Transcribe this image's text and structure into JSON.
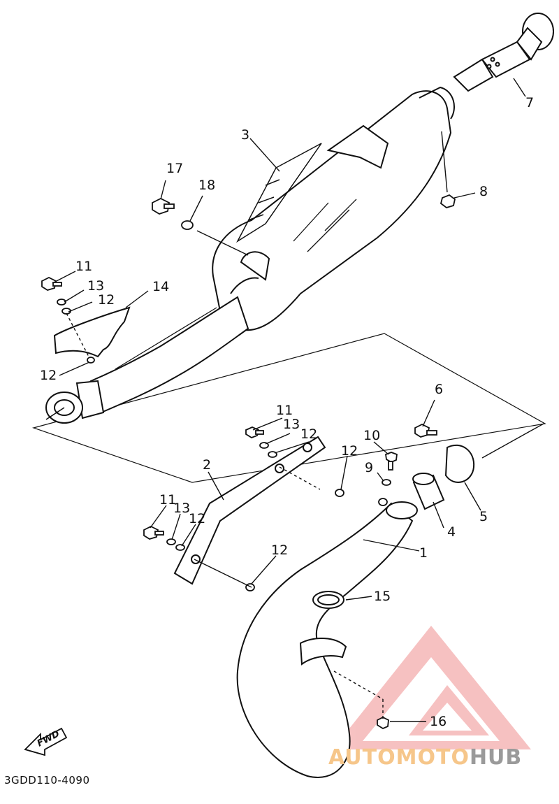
{
  "diagram": {
    "figure_code": "3GDD110-4090",
    "fwd_label": "FWD",
    "part_numbers": {
      "p1": "1",
      "p2": "2",
      "p3": "3",
      "p4": "4",
      "p5": "5",
      "p6": "6",
      "p7": "7",
      "p8": "8",
      "p9": "9",
      "p10": "10",
      "p11a": "11",
      "p11b": "11",
      "p11c": "11",
      "p12a": "12",
      "p12b": "12",
      "p12c": "12",
      "p12d": "12",
      "p12e": "12",
      "p13a": "13",
      "p13b": "13",
      "p13c": "13",
      "p14": "14",
      "p15": "15",
      "p16": "16",
      "p17": "17",
      "p18": "18"
    }
  },
  "watermark": {
    "text_part_1": "AUTOMOTO",
    "text_part_2": "HUB",
    "color_primary": "#f6c68a",
    "color_secondary": "#9a9a9a",
    "logo_color": "#f08f8f"
  }
}
